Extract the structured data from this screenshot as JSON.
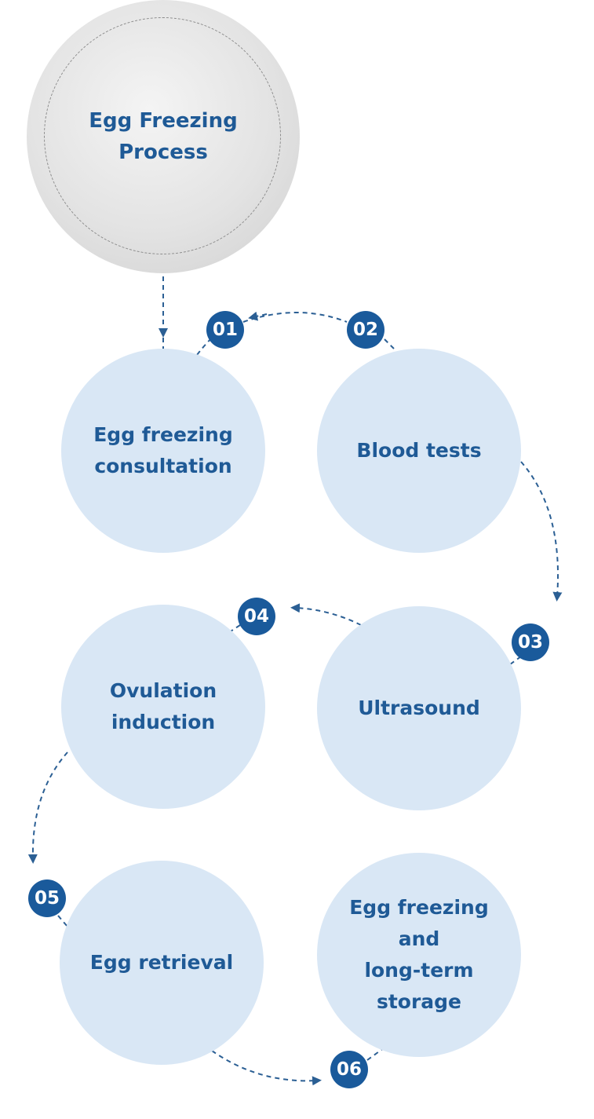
{
  "title": "Egg Freezing\nProcess",
  "steps": [
    {
      "number": "01",
      "label": "Egg freezing\nconsultation"
    },
    {
      "number": "02",
      "label": "Blood tests"
    },
    {
      "number": "03",
      "label": "Ultrasound"
    },
    {
      "number": "04",
      "label": "Ovulation\ninduction"
    },
    {
      "number": "05",
      "label": "Egg retrieval"
    },
    {
      "number": "06",
      "label": "Egg freezing\nand\nlong-term\nstorage"
    }
  ],
  "colors": {
    "accent": "#1a5a9b",
    "text": "#1f5a96",
    "step_fill": "#d9e7f5",
    "hero_fill": "#e3e3e3",
    "connector": "#2b5f94"
  }
}
